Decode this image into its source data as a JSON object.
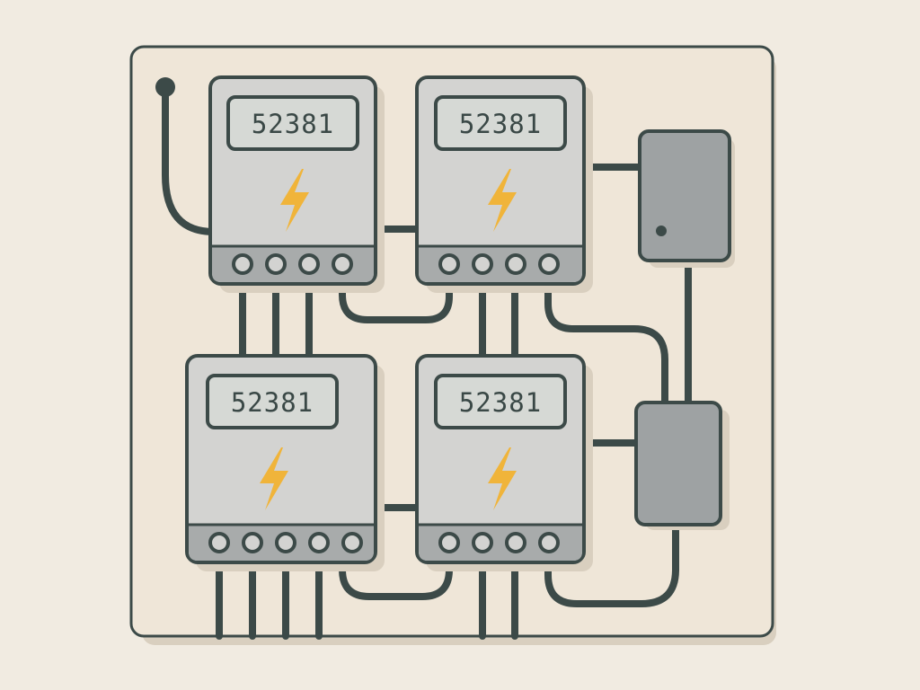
{
  "colors": {
    "background": "#f1ebe1",
    "board": "#efe6d8",
    "outline": "#3c4a48",
    "meter_body": "#d3d3d1",
    "meter_base": "#a8abab",
    "lcd": "#d6d9d5",
    "bolt": "#f0b43a",
    "junction_box": "#9ea2a3",
    "wire": "#3c4a48",
    "shadow": "#d9cfbf"
  },
  "meters": [
    {
      "id": "meter-top-left",
      "reading": "52381",
      "icon": "lightning-bolt-icon",
      "terminals": 4
    },
    {
      "id": "meter-top-right",
      "reading": "52381",
      "icon": "lightning-bolt-icon",
      "terminals": 4
    },
    {
      "id": "meter-bottom-left",
      "reading": "52381",
      "icon": "lightning-bolt-icon",
      "terminals": 5
    },
    {
      "id": "meter-bottom-right",
      "reading": "52381",
      "icon": "lightning-bolt-icon",
      "terminals": 4
    }
  ],
  "junction_boxes": [
    {
      "id": "junction-box-upper",
      "icon": "junction-box-icon"
    },
    {
      "id": "junction-box-lower",
      "icon": "junction-box-icon"
    }
  ]
}
